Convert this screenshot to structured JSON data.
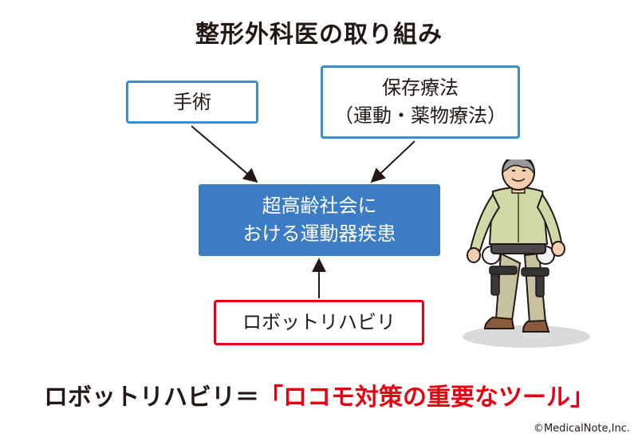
{
  "title": "整形外科医の取り組み",
  "boxes": {
    "surgery": "手術",
    "conservative_line1": "保存療法",
    "conservative_line2": "（運動・薬物療法）",
    "center_line1": "超高齢社会に",
    "center_line2": "おける運動器疾患",
    "robot": "ロボットリハビリ"
  },
  "bottom": {
    "prefix": "ロボットリハビリ＝",
    "emphasis": "「ロコモ対策の重要なツール」"
  },
  "copyright": "©MedicalNote,Inc.",
  "colors": {
    "blue_outline": "#3d8ed0",
    "center_fill": "#3b7cc4",
    "red": "#e60012",
    "text": "#231815"
  }
}
